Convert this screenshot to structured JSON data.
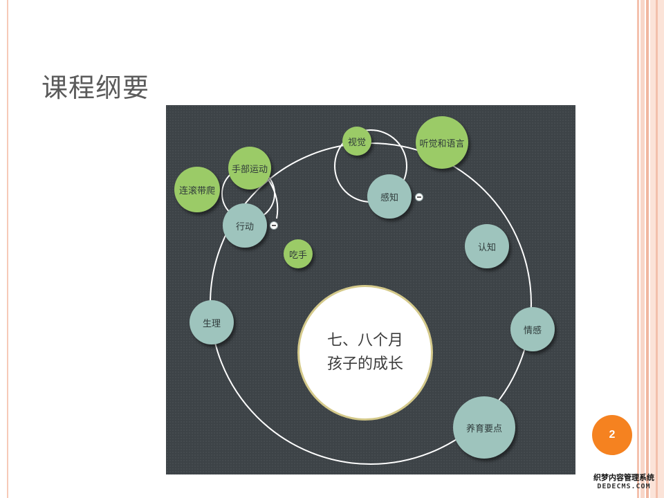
{
  "slide": {
    "title": "课程纲要",
    "page_number": "2"
  },
  "diagram": {
    "center": {
      "label": "七、八个月\n孩子的成长"
    },
    "nodes": [
      {
        "id": "shengli",
        "label": "生理",
        "color": "teal"
      },
      {
        "id": "xingdong",
        "label": "行动",
        "color": "teal",
        "collapsible": true
      },
      {
        "id": "shoubu",
        "label": "手部运动",
        "color": "green"
      },
      {
        "id": "liangun",
        "label": "连滚带爬",
        "color": "green"
      },
      {
        "id": "chishou",
        "label": "吃手",
        "color": "green"
      },
      {
        "id": "ganzhi",
        "label": "感知",
        "color": "teal",
        "collapsible": true
      },
      {
        "id": "shijue",
        "label": "视觉",
        "color": "green"
      },
      {
        "id": "tingjue",
        "label": "听觉和语言",
        "color": "green"
      },
      {
        "id": "renzhi",
        "label": "认知",
        "color": "teal"
      },
      {
        "id": "qinggan",
        "label": "情感",
        "color": "teal"
      },
      {
        "id": "yangyu",
        "label": "养育要点",
        "color": "teal"
      }
    ],
    "colors": {
      "background": "#3d4347",
      "teal": "#9ec4bd",
      "green": "#9bcb67",
      "center_border": "#d4c98a"
    }
  },
  "watermark": {
    "line1": "织梦内容管理系统",
    "line2": "DEDECMS.COM"
  },
  "colors": {
    "badge": "#f58220",
    "title": "#5a5a5a"
  }
}
